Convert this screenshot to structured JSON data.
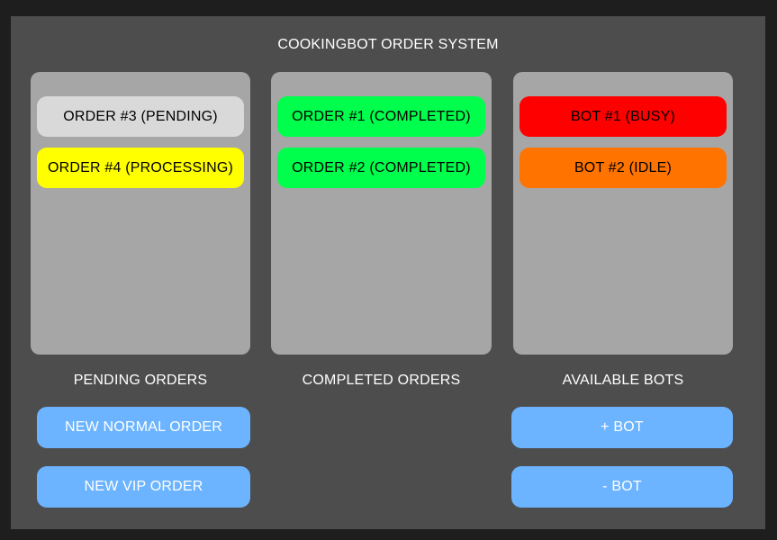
{
  "app": {
    "title": "COOKINGBOT ORDER SYSTEM"
  },
  "pending": {
    "label": "PENDING ORDERS",
    "items": [
      {
        "text": "ORDER #3 (PENDING)",
        "color": "#d9d9d9"
      },
      {
        "text": "ORDER #4 (PROCESSING)",
        "color": "#ffff00"
      }
    ]
  },
  "completed": {
    "label": "COMPLETED ORDERS",
    "items": [
      {
        "text": "ORDER #1 (COMPLETED)",
        "color": "#00ff4c"
      },
      {
        "text": "ORDER #2 (COMPLETED)",
        "color": "#00ff4c"
      }
    ]
  },
  "bots": {
    "label": "AVAILABLE BOTS",
    "items": [
      {
        "text": "BOT #1 (BUSY)",
        "color": "#ff0000"
      },
      {
        "text": "BOT #2 (IDLE)",
        "color": "#ff7300"
      }
    ]
  },
  "buttons": {
    "new_normal": "NEW NORMAL ORDER",
    "new_vip": "NEW VIP ORDER",
    "add_bot": "+ BOT",
    "remove_bot": "- BOT",
    "color": "#6cb4ff"
  }
}
